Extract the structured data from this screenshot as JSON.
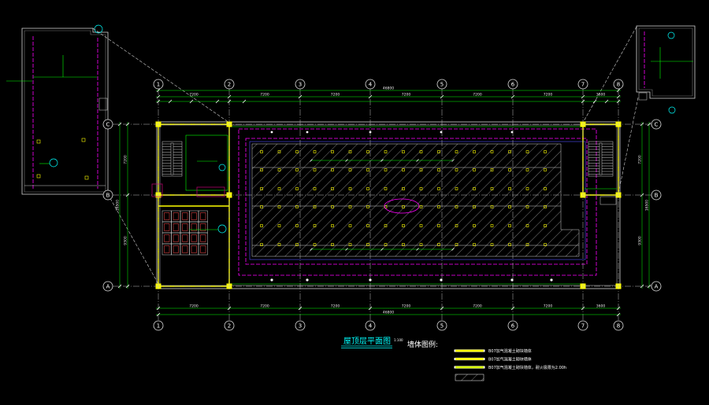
{
  "drawing": {
    "title": "屋顶层平面图",
    "scale": "1:100",
    "grid_columns": [
      "1",
      "2",
      "3",
      "4",
      "5",
      "6",
      "7",
      "8"
    ],
    "grid_rows": [
      "C",
      "B",
      "A"
    ],
    "bay_dims": [
      "7200",
      "7200",
      "7200",
      "7200",
      "7200",
      "7200",
      "3600"
    ],
    "total_width": "46800",
    "row_dims": [
      "7200",
      "9300"
    ],
    "total_depth": "16500"
  },
  "legend": {
    "heading": "墙体图例:",
    "items": [
      {
        "label": "B07加气混凝土砌块墙体"
      },
      {
        "label": "B07加气混凝土砌块墙体"
      },
      {
        "label": "B07加气混凝土砌块墙体，耐火极限为2.00h"
      }
    ]
  },
  "colors": {
    "background": "#000000",
    "grid": "#bdbdbd",
    "wall": "#ffff00",
    "dimension": "#00ff00",
    "boundary": "#ff00ff",
    "title": "#00ffff",
    "hatch": "#cfcfcf"
  }
}
